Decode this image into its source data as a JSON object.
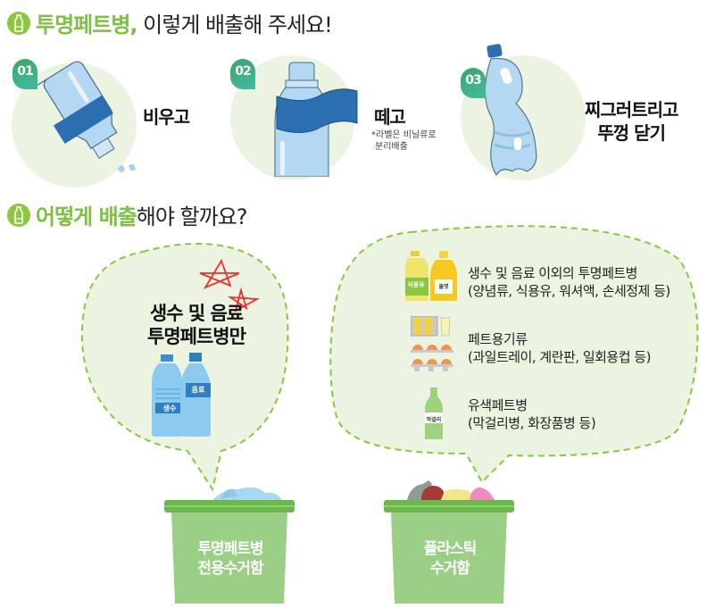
{
  "heading_1": {
    "icon": "bottle-icon",
    "highlight": "투명페트병,",
    "rest": " 이렇게 배출해 주세요!"
  },
  "steps": [
    {
      "number": "01",
      "label_lines": [
        "비우고"
      ],
      "note_lines": []
    },
    {
      "number": "02",
      "label_lines": [
        "떼고"
      ],
      "note_lines": [
        "*라벨은 비닐류로",
        "분리배출"
      ]
    },
    {
      "number": "03",
      "label_lines": [
        "찌그러트리고",
        "뚜껑 닫기"
      ],
      "note_lines": []
    }
  ],
  "heading_2": {
    "icon": "bottle-icon",
    "highlight": "어떻게 배출",
    "rest": "해야 할까요?"
  },
  "left_bubble": {
    "title_lines": [
      "생수 및 음료",
      "투명페트병만"
    ],
    "bottle_labels": [
      "생수",
      "음료"
    ]
  },
  "right_bubble": {
    "items": [
      {
        "title": "생수 및 음료 이외의 투명페트병",
        "detail": "(양념류, 식용유, 워셔액, 손세정제 등)",
        "icon_labels": [
          "식용유",
          "물엿"
        ]
      },
      {
        "title": "페트용기류",
        "detail": "(과일트레이, 계란판, 일회용컵 등)",
        "icon_labels": []
      },
      {
        "title": "유색페트병",
        "detail": "(막걸리병, 화장품병 등)",
        "icon_labels": [
          "막걸리"
        ]
      }
    ]
  },
  "bins": [
    {
      "label_lines": [
        "투명페트병",
        "전용수거함"
      ]
    },
    {
      "label_lines": [
        "플라스틱",
        "수거함"
      ]
    }
  ],
  "colors": {
    "brand_green": "#7dc142",
    "icon_green": "#8cc63f",
    "circle_bg": "#eaf4e1",
    "bubble_bg": "#eaf4e1",
    "dash_green": "#8cc63f",
    "bin_green": "#9ccf86",
    "bin_lid": "#6cb84e",
    "bottle_blue": "#a8d4f0",
    "label_blue": "#2b6fb0",
    "star_red": "#e8322a"
  }
}
